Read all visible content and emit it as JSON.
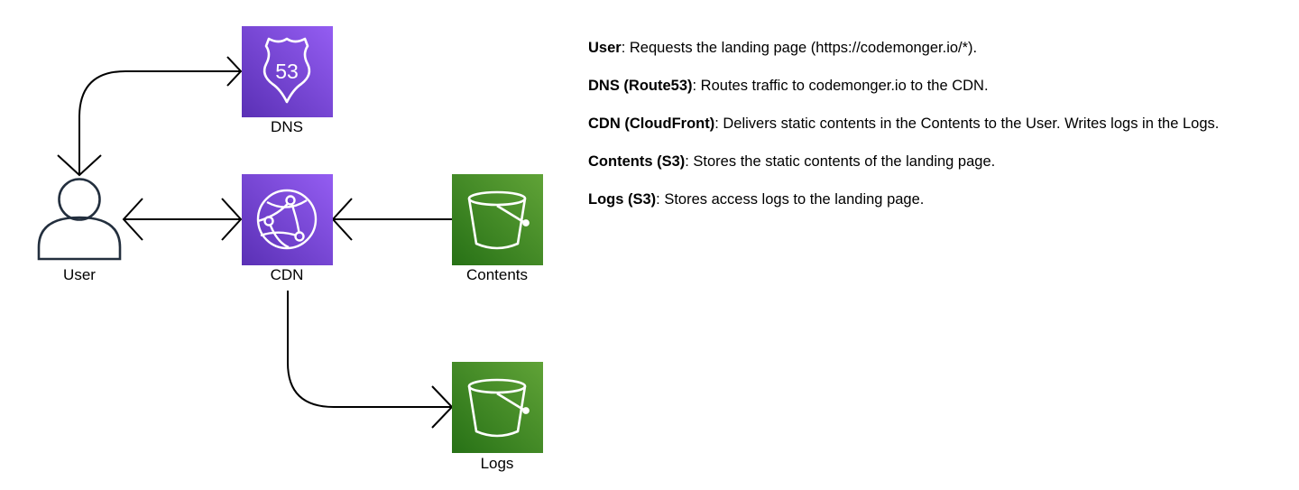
{
  "nodes": {
    "dns": {
      "label": "DNS",
      "icon": "route53-icon"
    },
    "cdn": {
      "label": "CDN",
      "icon": "cloudfront-icon"
    },
    "user": {
      "label": "User",
      "icon": "user-icon"
    },
    "contents": {
      "label": "Contents",
      "icon": "s3-bucket-icon"
    },
    "logs": {
      "label": "Logs",
      "icon": "s3-bucket-icon"
    }
  },
  "route53_badge": "53",
  "legend": [
    {
      "term": "User",
      "text": ": Requests the landing page (https://codemonger.io/*)."
    },
    {
      "term": "DNS (Route53)",
      "text": ": Routes traffic to codemonger.io to the CDN."
    },
    {
      "term": "CDN (CloudFront)",
      "text": ": Delivers static contents in the Contents to the User. Writes logs in the Logs."
    },
    {
      "term": "Contents (S3)",
      "text": ": Stores the static contents of the landing page."
    },
    {
      "term": "Logs (S3)",
      "text": ": Stores access logs to the landing page."
    }
  ],
  "colors": {
    "networking_purple_top": "#945DF2",
    "networking_purple_bottom": "#5A30B5",
    "storage_green_top": "#60A337",
    "storage_green_bottom": "#277116",
    "user_outline": "#232F3E",
    "edge": "#000000"
  }
}
